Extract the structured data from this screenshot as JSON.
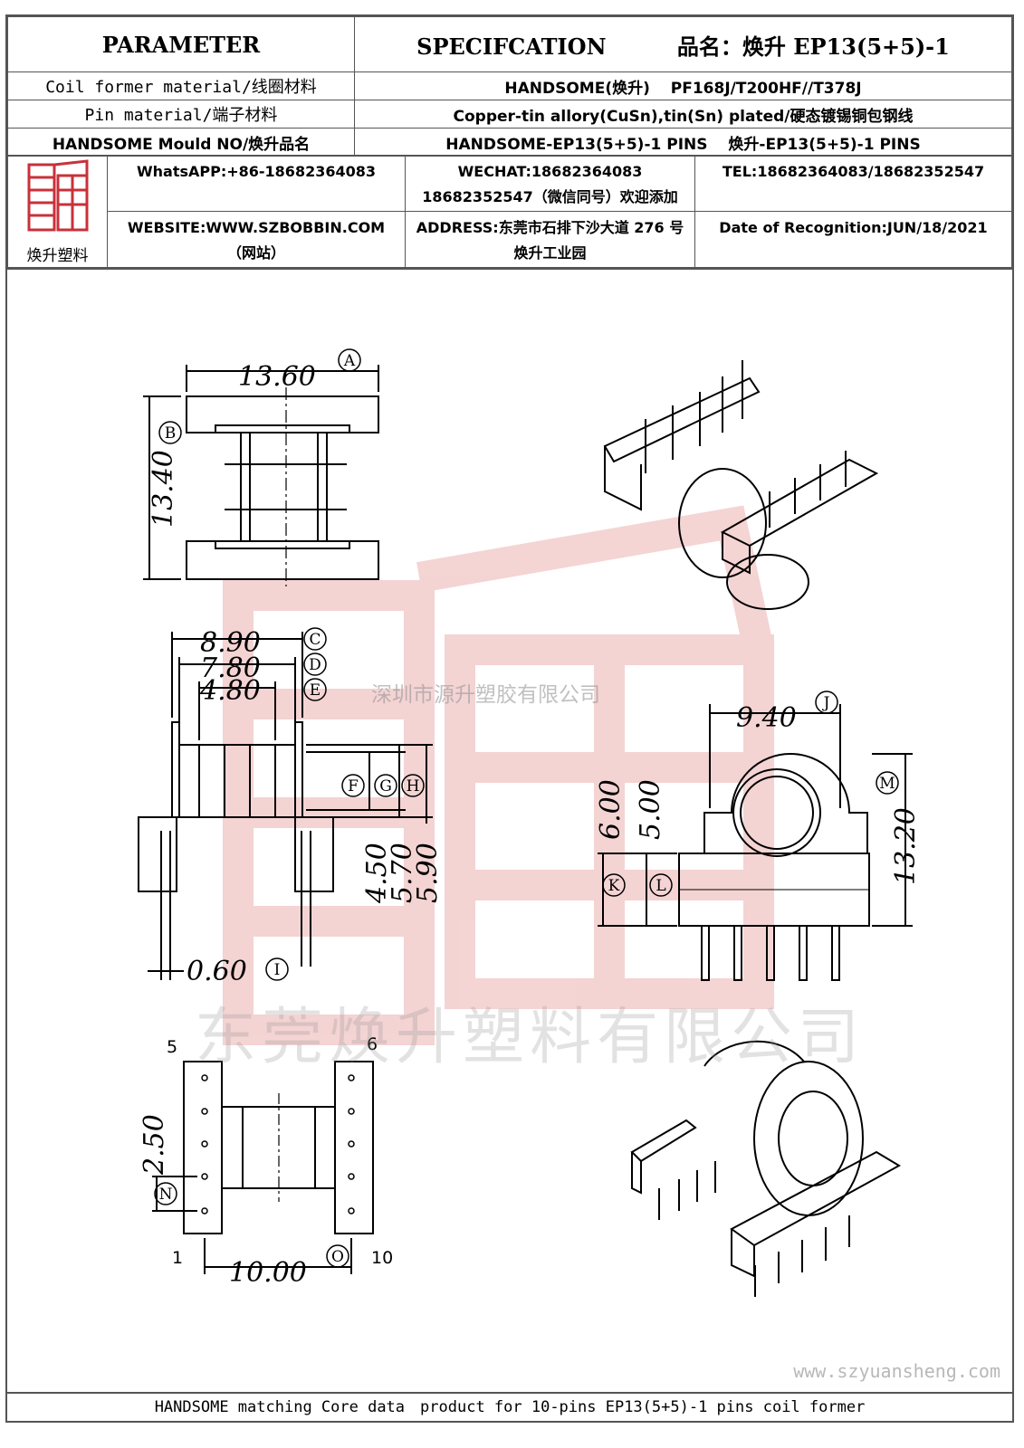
{
  "header": {
    "parameter": "PARAMETER",
    "specification": "SPECIFCATION",
    "product_name": "品名：焕升 EP13(5+5)-1"
  },
  "rows": [
    {
      "label": "Coil former material/线圈材料",
      "value": "HANDSOME(焕升)　 PF168J/T200HF//T378J"
    },
    {
      "label": "Pin material/端子材料",
      "value": "Copper-tin allory(CuSn),tin(Sn) plated/硬态镀锡铜包钢线"
    },
    {
      "label": "HANDSOME Mould NO/焕升品名",
      "value": "HANDSOME-EP13(5+5)-1 PINS　 焕升-EP13(5+5)-1 PINS"
    }
  ],
  "contact": {
    "logo_text": "焕升塑料",
    "whatsapp": "WhatsAPP:+86-18682364083",
    "wechat": "WECHAT:18682364083 18682352547（微信同号）欢迎添加",
    "tel": "TEL:18682364083/18682352547",
    "website": "WEBSITE:WWW.SZBOBBIN.COM（网站）",
    "address": "ADDRESS:东莞市石排下沙大道 276 号焕升工业园",
    "date": "Date of Recognition:JUN/18/2021"
  },
  "dimensions": {
    "A": "13.60",
    "B": "13.40",
    "C": "8.90",
    "D": "7.80",
    "E": "4.80",
    "F_val": "4.50",
    "G_val": "5.70",
    "H_val": "5.90",
    "I": "0.60",
    "J": "9.40",
    "K_val": "6.00",
    "L_val": "5.00",
    "M_val": "13.20",
    "N_val": "2.50",
    "O": "10.00"
  },
  "labels": {
    "A": "A",
    "B": "B",
    "C": "C",
    "D": "D",
    "E": "E",
    "F": "F",
    "G": "G",
    "H": "H",
    "I": "I",
    "J": "J",
    "K": "K",
    "L": "L",
    "M": "M",
    "N": "N",
    "O": "O"
  },
  "pins": {
    "p5": "5",
    "p6": "6",
    "p1": "1",
    "p10": "10"
  },
  "watermarks": {
    "small": "深圳市源升塑胶有限公司",
    "company": "东莞焕升塑料有限公司",
    "url": "www.szyuansheng.com"
  },
  "footer": "HANDSOME matching Core data　product for 10-pins EP13(5+5)-1 pins coil former",
  "colors": {
    "logo_red": "#c8313a",
    "watermark_red": "#f2c9c9"
  }
}
